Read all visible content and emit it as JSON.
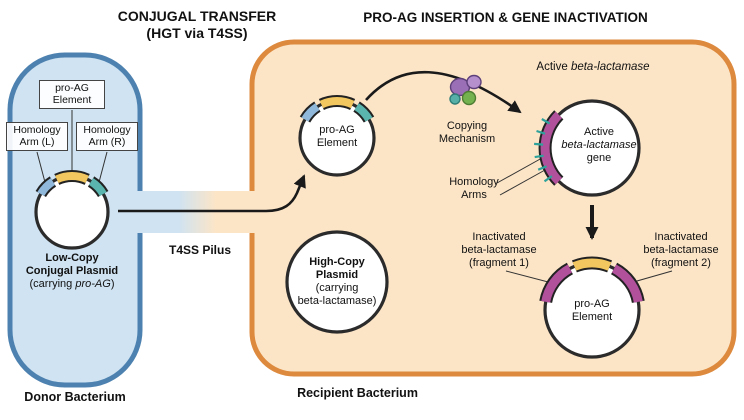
{
  "titles": {
    "conjugal_line1": "CONJUGAL TRANSFER",
    "conjugal_line2": "(HGT via T4SS)",
    "insertion": "PRO-AG INSERTION & GENE INACTIVATION"
  },
  "donor": {
    "proag_label": [
      "pro-AG",
      "Element"
    ],
    "homology_left": [
      "Homology",
      "Arm (L)"
    ],
    "homology_right": [
      "Homology",
      "Arm (R)"
    ],
    "plasmid_name": [
      "Low-Copy",
      "Conjugal Plasmid"
    ],
    "plasmid_note_pre": "(carrying ",
    "plasmid_note_italic": "pro-AG",
    "plasmid_note_post": ")",
    "bacterium_label": "Donor Bacterium"
  },
  "pilus": {
    "label": "T4SS Pilus"
  },
  "recipient": {
    "bacterium_label": "Recipient Bacterium",
    "proag_plasmid": [
      "pro-AG",
      "Element"
    ],
    "copying": [
      "Copying",
      "Mechanism"
    ],
    "active_title_pre": "Active ",
    "active_title_italic": "beta-lactamase",
    "active_gene": [
      "Active",
      "beta-lactamase",
      "gene"
    ],
    "homology_arms": [
      "Homology",
      "Arms"
    ],
    "fragment1": [
      "Inactivated",
      "beta-lactamase",
      "(fragment 1)"
    ],
    "fragment2": [
      "Inactivated",
      "beta-lactamase",
      "(fragment 2)"
    ],
    "bottom_proag": [
      "pro-AG",
      "Element"
    ],
    "high_copy": [
      "High-Copy",
      "Plasmid",
      "(carrying",
      "beta-lactamase)"
    ]
  },
  "colors": {
    "donor_fill": "#cfe3f2",
    "donor_stroke": "#4d82b0",
    "recipient_fill": "#fce5c7",
    "recipient_stroke": "#dd8a3e",
    "proag_segment": "#f2c75f",
    "homology_left_segment": "#8fb8da",
    "homology_right_segment": "#59b5ad",
    "beta_lactamase_segment": "#b1509b",
    "homology_marks": "#2fa39b",
    "copying_purple": "#9a6fb5",
    "copying_purple_light": "#b590cc",
    "copying_green": "#74b14f",
    "copying_teal": "#57b0a8",
    "arrow": "#1a1a1a",
    "circle_stroke": "#2b2b2b"
  },
  "icons": {
    "copying_mechanism": "enzyme-complex-blobs",
    "transfer_arrow": "curved-right-arrow",
    "copying_arrow": "arc-arrow",
    "insertion_arrow": "down-arrow"
  }
}
